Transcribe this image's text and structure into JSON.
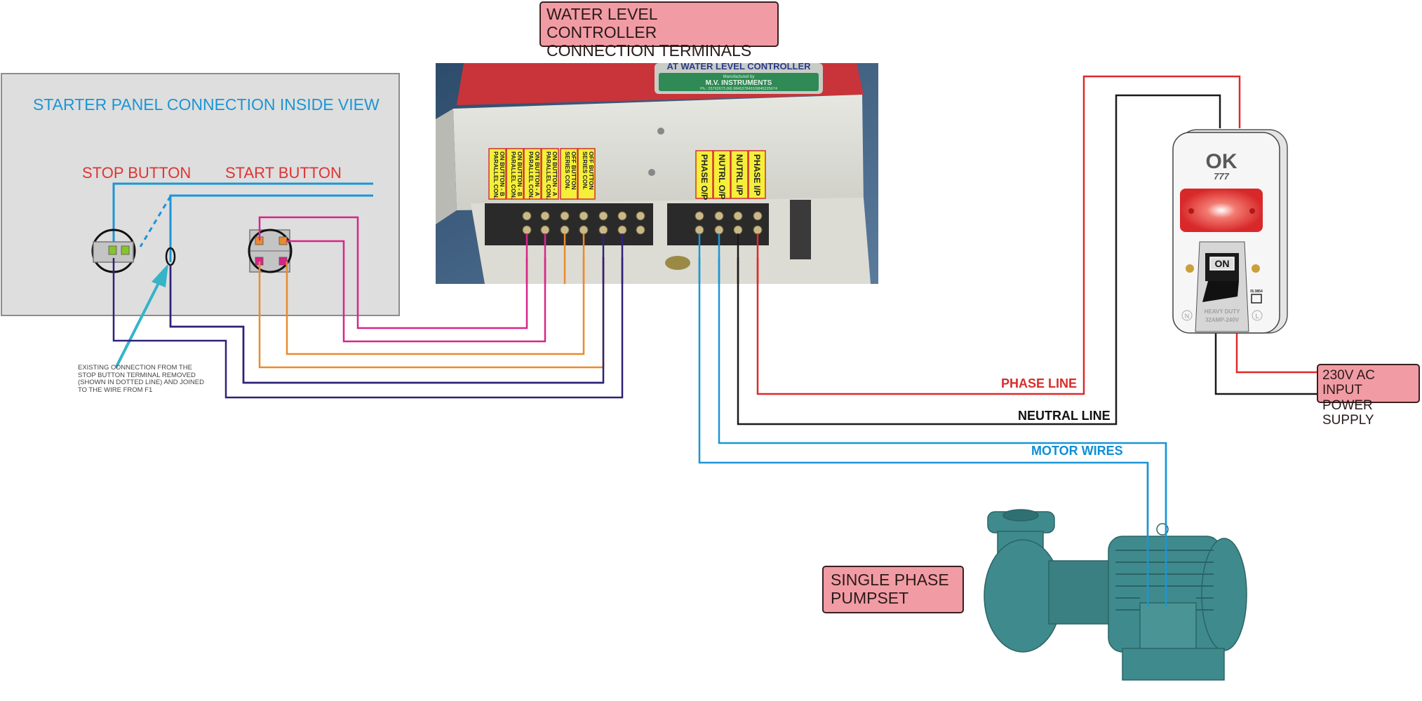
{
  "title": {
    "line1": "WATER LEVEL CONTROLLER",
    "line2": "CONNECTION TERMINALS"
  },
  "starter_panel": {
    "title": "STARTER PANEL CONNECTION INSIDE VIEW",
    "stop_button_label": "STOP BUTTON",
    "start_button_label": "START BUTTON",
    "note": {
      "line1": "EXISTING CONNECTION FROM THE",
      "line2": "STOP BUTTON TERMINAL REMOVED",
      "line3": "(SHOWN IN DOTTED LINE) AND JOINED",
      "line4": "TO THE WIRE FROM F1"
    }
  },
  "controller": {
    "nameplate": "AT WATER LEVEL CONTROLLER",
    "manufacturer_caption": "Manufactured by",
    "manufacturer": "M.V. INSTRUMENTS",
    "phone": "Ph.: 25762673  (M) 9845378491/9845225674",
    "left_terminal_labels": [
      [
        "ON BUTTON - B",
        "PARALLEL CON."
      ],
      [
        "ON BUTTON - B",
        "PARALLEL CON."
      ],
      [
        "ON BUTTON - A",
        "PARALLEL CON."
      ],
      [
        "ON BUTTON - A",
        "PARALLEL CON."
      ],
      [
        "OFF BUTTON",
        "SERIES CON."
      ],
      [
        "OFF BUTTON",
        "SERIES CON."
      ]
    ],
    "right_terminal_labels": [
      "PHASE O/P",
      "NUTRL O/P",
      "NUTRL I/P",
      "PHASE I/P"
    ]
  },
  "wires": {
    "phase_label": "PHASE LINE",
    "neutral_label": "NEUTRAL LINE",
    "motor_label": "MOTOR WIRES"
  },
  "switch": {
    "brand": "OK",
    "brand_sub": "777",
    "state_label": "ON",
    "rating_line1": "HEAVY DUTY",
    "rating_line2": "32AMP-240V",
    "standard": "IS:3854",
    "left_mark": "N",
    "right_mark": "L"
  },
  "power_supply": {
    "line1": "230V AC INPUT",
    "line2": "POWER SUPPLY"
  },
  "pump": {
    "line1": "SINGLE PHASE",
    "line2": "PUMPSET"
  },
  "colors": {
    "label_box": "#f19ca4",
    "phase": "#df2a2a",
    "neutral": "#1a1a1a",
    "motor": "#1b95d6",
    "on_button_b": "#d8258a",
    "on_button_a": "#ea8a2e",
    "off_button": "#2e2278",
    "panel_text": "#1b95d6",
    "button_text": "#df3434"
  }
}
